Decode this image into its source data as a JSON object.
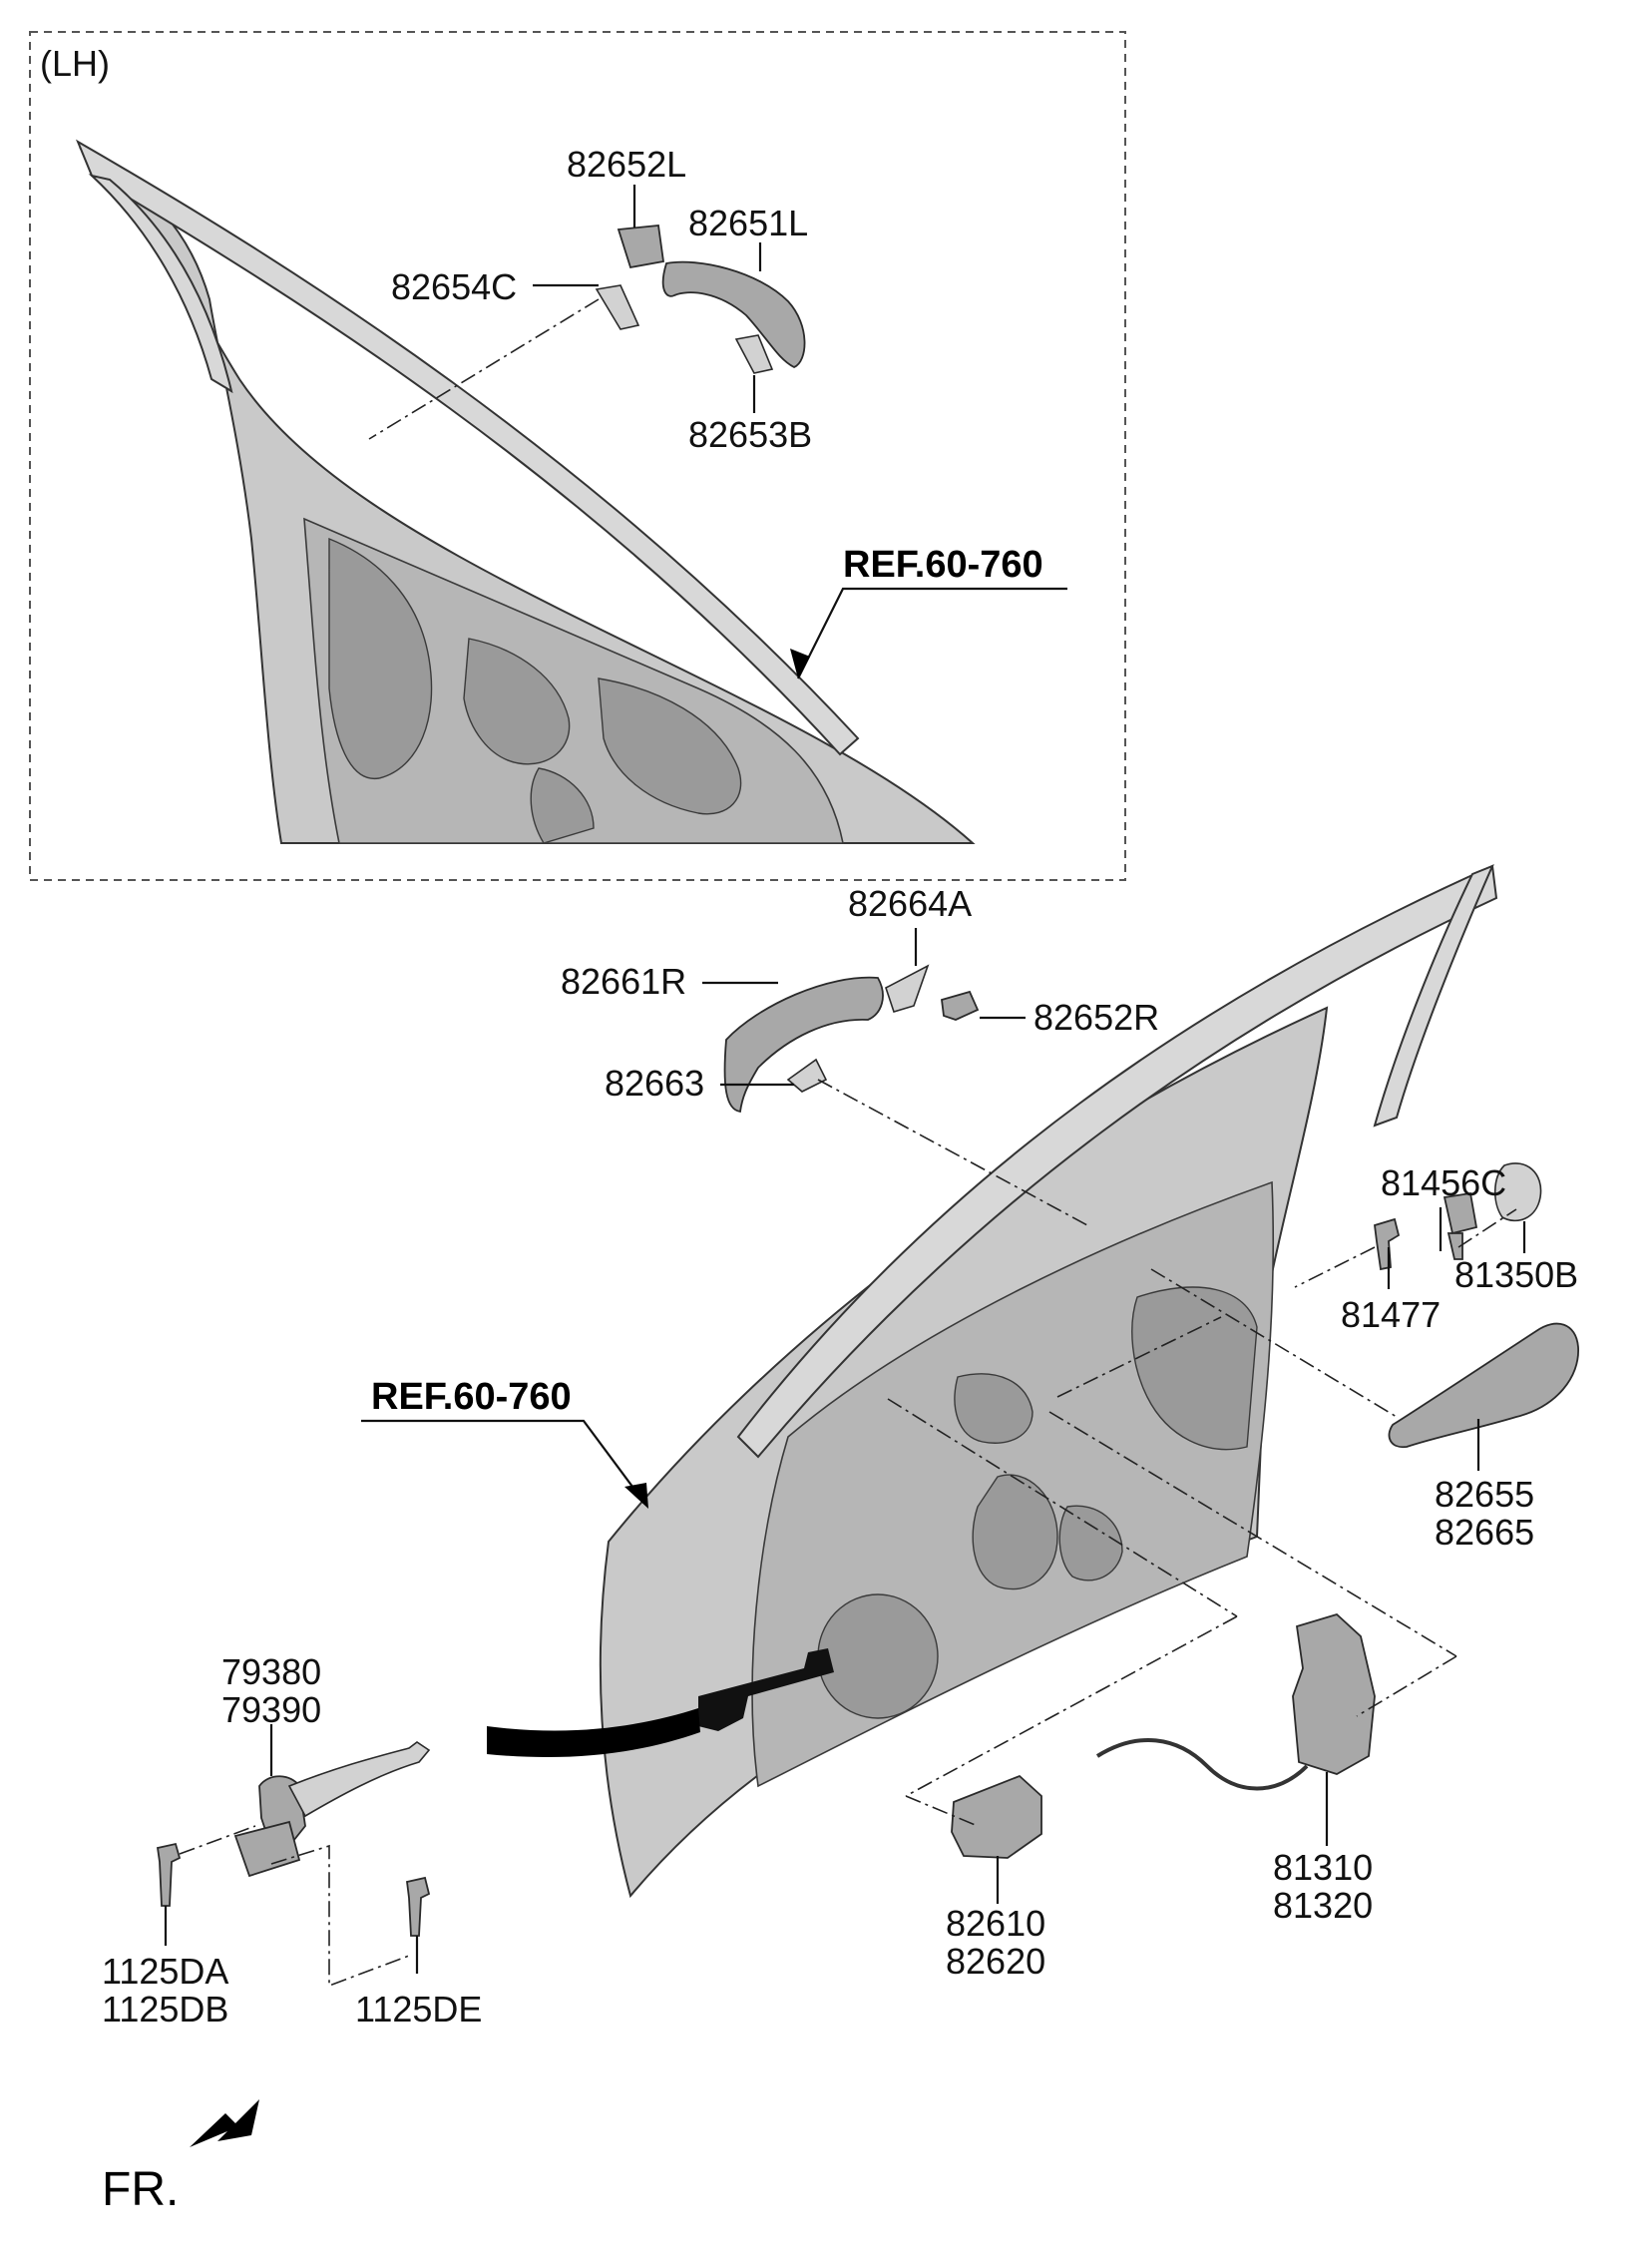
{
  "inset_label": "(LH)",
  "front_indicator": "FR.",
  "refs": [
    {
      "id": "ref-upper",
      "text": "REF.60-760"
    },
    {
      "id": "ref-lower",
      "text": "REF.60-760"
    }
  ],
  "labels": {
    "p82652L": "82652L",
    "p82651L": "82651L",
    "p82654C": "82654C",
    "p82653B": "82653B",
    "p82664A": "82664A",
    "p82661R": "82661R",
    "p82652R": "82652R",
    "p82663": "82663",
    "p81456C": "81456C",
    "p81350B": "81350B",
    "p81477": "81477",
    "p82655": "82655",
    "p82665": "82665",
    "p79380": "79380",
    "p79390": "79390",
    "p1125DA": "1125DA",
    "p1125DB": "1125DB",
    "p1125DE": "1125DE",
    "p82610": "82610",
    "p82620": "82620",
    "p81310": "81310",
    "p81320": "81320"
  }
}
